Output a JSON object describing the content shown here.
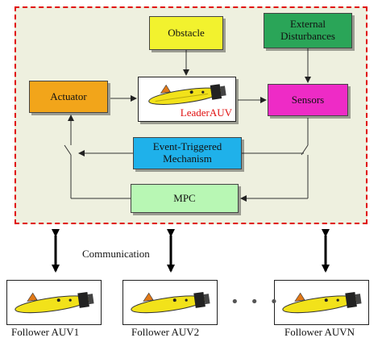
{
  "boxes": {
    "obstacle": "Obstacle",
    "external_line1": "External",
    "external_line2": "Disturbances",
    "actuator": "Actuator",
    "sensors": "Sensors",
    "event_line1": "Event-Triggered",
    "event_line2": "Mechanism",
    "mpc": "MPC",
    "leader": "LeaderAUV"
  },
  "communication_label": "Communication",
  "followers": [
    {
      "label": "Follower AUV1"
    },
    {
      "label": "Follower AUV2"
    },
    {
      "label": "Follower AUVN"
    }
  ],
  "ellipsis": "• • •",
  "colors": {
    "frame_border": "#e00000",
    "frame_fill": "#eef0df",
    "obstacle": "#f2f22e",
    "external": "#2aa558",
    "actuator": "#f2a51a",
    "sensors": "#ee2bc6",
    "event": "#1fb1ea",
    "mpc": "#b8f7b4",
    "leader_label": "#e01010",
    "auv_body": "#f2e21a"
  }
}
